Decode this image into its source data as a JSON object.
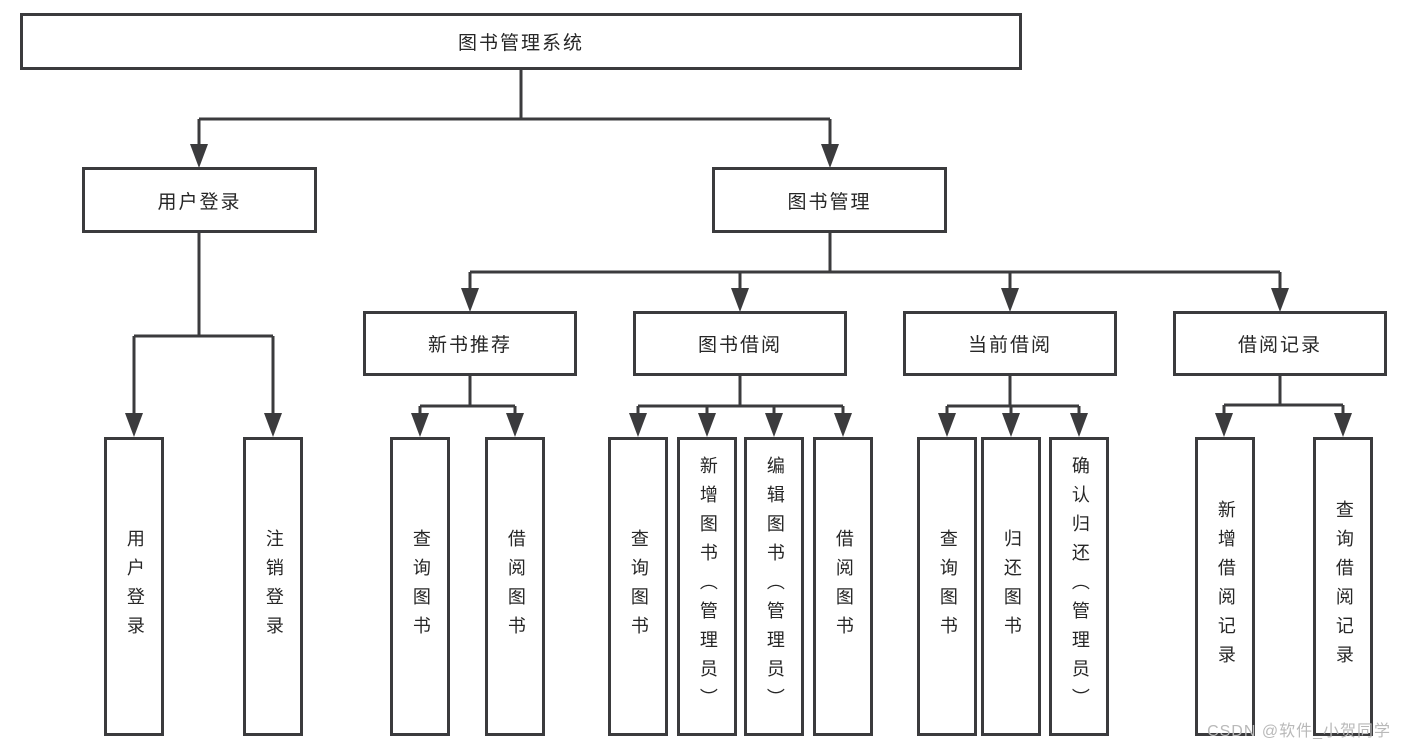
{
  "diagram": {
    "root": {
      "label": "图书管理系统",
      "children": [
        {
          "label": "用户登录",
          "children": [
            {
              "label": "用户登录"
            },
            {
              "label": "注销登录"
            }
          ]
        },
        {
          "label": "图书管理",
          "children": [
            {
              "label": "新书推荐",
              "children": [
                {
                  "label": "查询图书"
                },
                {
                  "label": "借阅图书"
                }
              ]
            },
            {
              "label": "图书借阅",
              "children": [
                {
                  "label": "查询图书"
                },
                {
                  "label": "新增图书（管理员）"
                },
                {
                  "label": "编辑图书（管理员）"
                },
                {
                  "label": "借阅图书"
                }
              ]
            },
            {
              "label": "当前借阅",
              "children": [
                {
                  "label": "查询图书"
                },
                {
                  "label": "归还图书"
                },
                {
                  "label": "确认归还（管理员）"
                }
              ]
            },
            {
              "label": "借阅记录",
              "children": [
                {
                  "label": "新增借阅记录"
                },
                {
                  "label": "查询借阅记录"
                }
              ]
            }
          ]
        }
      ]
    }
  },
  "watermark": {
    "text": "CSDN @软件_小贺同学"
  },
  "colors": {
    "line": "#3b3b3d",
    "text": "#262626",
    "background": "#ffffff",
    "watermark_text": "#b9b9b9"
  }
}
